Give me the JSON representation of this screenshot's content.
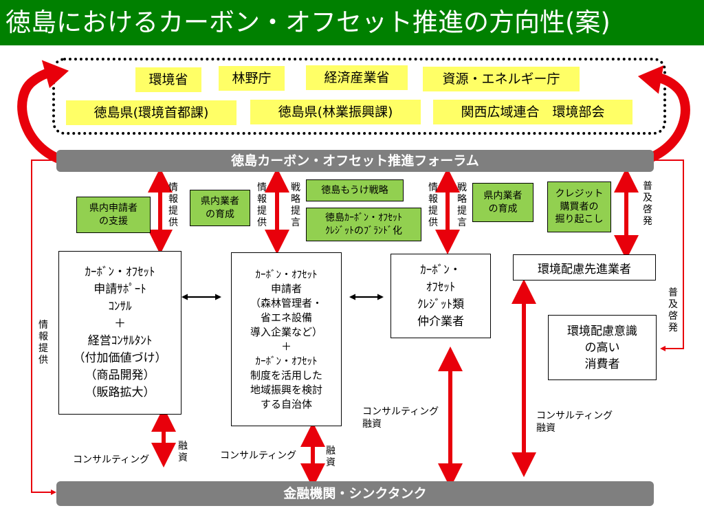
{
  "title": "徳島におけるカーボン・オフセット推進の方向性(案)",
  "ministries": {
    "row1": [
      "環境省",
      "林野庁",
      "経済産業省",
      "資源・エネルギー庁"
    ],
    "row2": [
      "徳島県(環境首都課)",
      "徳島県(林業振興課)",
      "関西広域連合　環境部会"
    ]
  },
  "forum": "徳島カーボン・オフセット推進フォーラム",
  "finance": "金融機関・シンクタンク",
  "green_boxes": {
    "applicant_support": "県内申請者\nの支援",
    "business_dev_1": "県内業者\nの育成",
    "moke_strategy": "徳島もうけ戦略",
    "brand": "徳島ｶｰﾎﾞﾝ・ｵﾌｾｯﾄ\nｸﾚｼﾞｯﾄのﾌﾞﾗﾝﾄﾞ化",
    "business_dev_2": "県内業者\nの育成",
    "credit_buyers": "クレジット\n購買者の\n掘り起こし"
  },
  "main_boxes": {
    "consultant": "ｶｰﾎﾞﾝ・ｵﾌｾｯﾄ\n申請ｻﾎﾟｰﾄ\nｺﾝｻﾙ\n＋\n経営ｺﾝｻﾙﾀﾝﾄ\n（付加価値づけ）\n（商品開発）\n（販路拡大）",
    "applicant": "ｶｰﾎﾞﾝ・ｵﾌｾｯﾄ\n申請者\n（森林管理者・\n省エネ設備\n導入企業など）\n＋\nｶｰﾎﾞﾝ・ｵﾌｾｯﾄ\n制度を活用した\n地域振興を検討\nする自治体",
    "broker": "ｶｰﾎﾞﾝ・\nｵﾌｾｯﾄ\nｸﾚｼﾞｯﾄ類\n仲介業者",
    "advanced_business": "環境配慮先進業者",
    "consumers": "環境配慮意識\nの高い\n消費者"
  },
  "vertical_labels": {
    "info_1": "情\n報\n提\n供",
    "info_2": "情\n報\n提\n供",
    "strategy_1": "戦\n略\n提\n言",
    "info_3": "情\n報\n提\n供",
    "strategy_2": "戦\n略\n提\n言",
    "promo_1": "普\n及\n啓\n発",
    "promo_2": "普\n及\n啓\n発",
    "info_left": "情\n報\n提\n供",
    "finance_1": "融\n資",
    "finance_2": "融\n資"
  },
  "labels": {
    "consulting_1": "コンサルティング",
    "consulting_2": "コンサルティング",
    "consulting_finance_3": "コンサルティング\n融資",
    "consulting_finance_4": "コンサルティング\n融資"
  },
  "colors": {
    "title_bg": "#008000",
    "ministry_bg": "#ffff66",
    "bar_bg": "#7f7f7f",
    "green_box": "#92d050",
    "arrow_red": "#e8000b"
  }
}
